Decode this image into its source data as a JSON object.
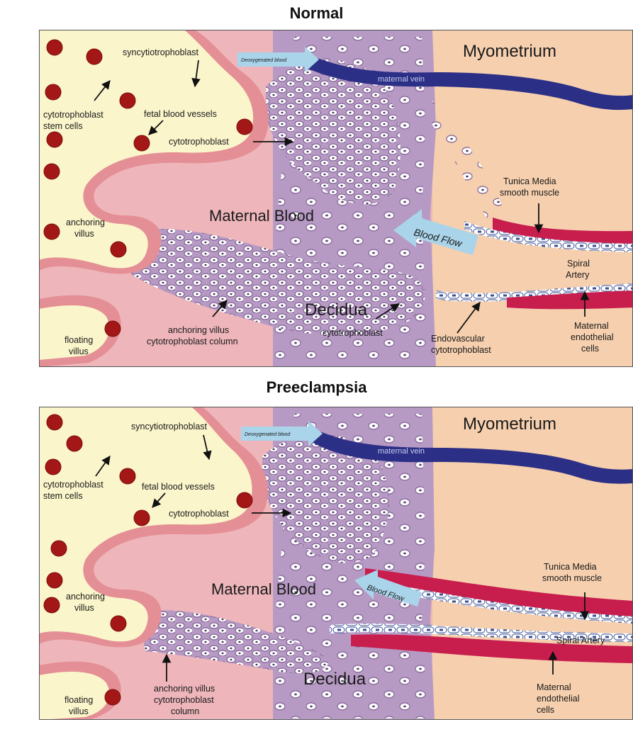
{
  "panels": [
    {
      "title": "Normal",
      "labels": {
        "myometrium": "Myometrium",
        "deoxygenated": "Deoxygenated blood",
        "maternal_vein": "maternal vein",
        "syncytio": "syncytiotrophoblast",
        "cyto_stem_1": "cytotrophoblast",
        "cyto_stem_2": "stem cells",
        "fetal_vessels": "fetal blood vessels",
        "cyto": "cytotrophoblast",
        "maternal_blood": "Maternal Blood",
        "anchoring_1": "anchoring",
        "anchoring_2": "villus",
        "blood_flow": "Blood Flow",
        "tunica_1": "Tunica Media",
        "tunica_2": "smooth muscle",
        "spiral_1": "Spiral",
        "spiral_2": "Artery",
        "decidua": "Decidua",
        "decidua_cyto": "cytotrophoblast",
        "column_1": "anchoring villus",
        "column_2": "cytotrophoblast column",
        "endovascular_1": "Endovascular",
        "endovascular_2": "cytotrophoblast",
        "endothelial_1": "Maternal",
        "endothelial_2": "endothelial",
        "endothelial_3": "cells",
        "floating_1": "floating",
        "floating_2": "villus"
      }
    },
    {
      "title": "Preeclampsia",
      "labels": {
        "myometrium": "Myometrium",
        "deoxygenated": "Deoxygenated blood",
        "maternal_vein": "maternal vein",
        "syncytio": "syncytiotrophoblast",
        "cyto_stem_1": "cytotrophoblast",
        "cyto_stem_2": "stem cells",
        "fetal_vessels": "fetal blood vessels",
        "cyto": "cytotrophoblast",
        "maternal_blood": "Maternal Blood",
        "anchoring_1": "anchoring",
        "anchoring_2": "villus",
        "blood_flow": "Blood Flow",
        "tunica_1": "Tunica Media",
        "tunica_2": "smooth muscle",
        "spiral": "Spiral Artery",
        "decidua": "Decidua",
        "column_1": "anchoring villus",
        "column_2": "cytotrophoblast",
        "column_3": "column",
        "endothelial_1": "Maternal",
        "endothelial_2": "endothelial",
        "endothelial_3": "cells",
        "floating_1": "floating",
        "floating_2": "villus"
      }
    }
  ],
  "colors": {
    "maternal_blood": "#eeb6bb",
    "villus_core": "#fbf5cb",
    "syncytio_band": "#e48f95",
    "decidua": "#b79ac4",
    "myometrium": "#f5cfae",
    "vein": "#2c2f86",
    "artery_muscle": "#c81e4e",
    "fetal_vessel": "#a41717",
    "flow_arrow": "#aad4ea"
  }
}
